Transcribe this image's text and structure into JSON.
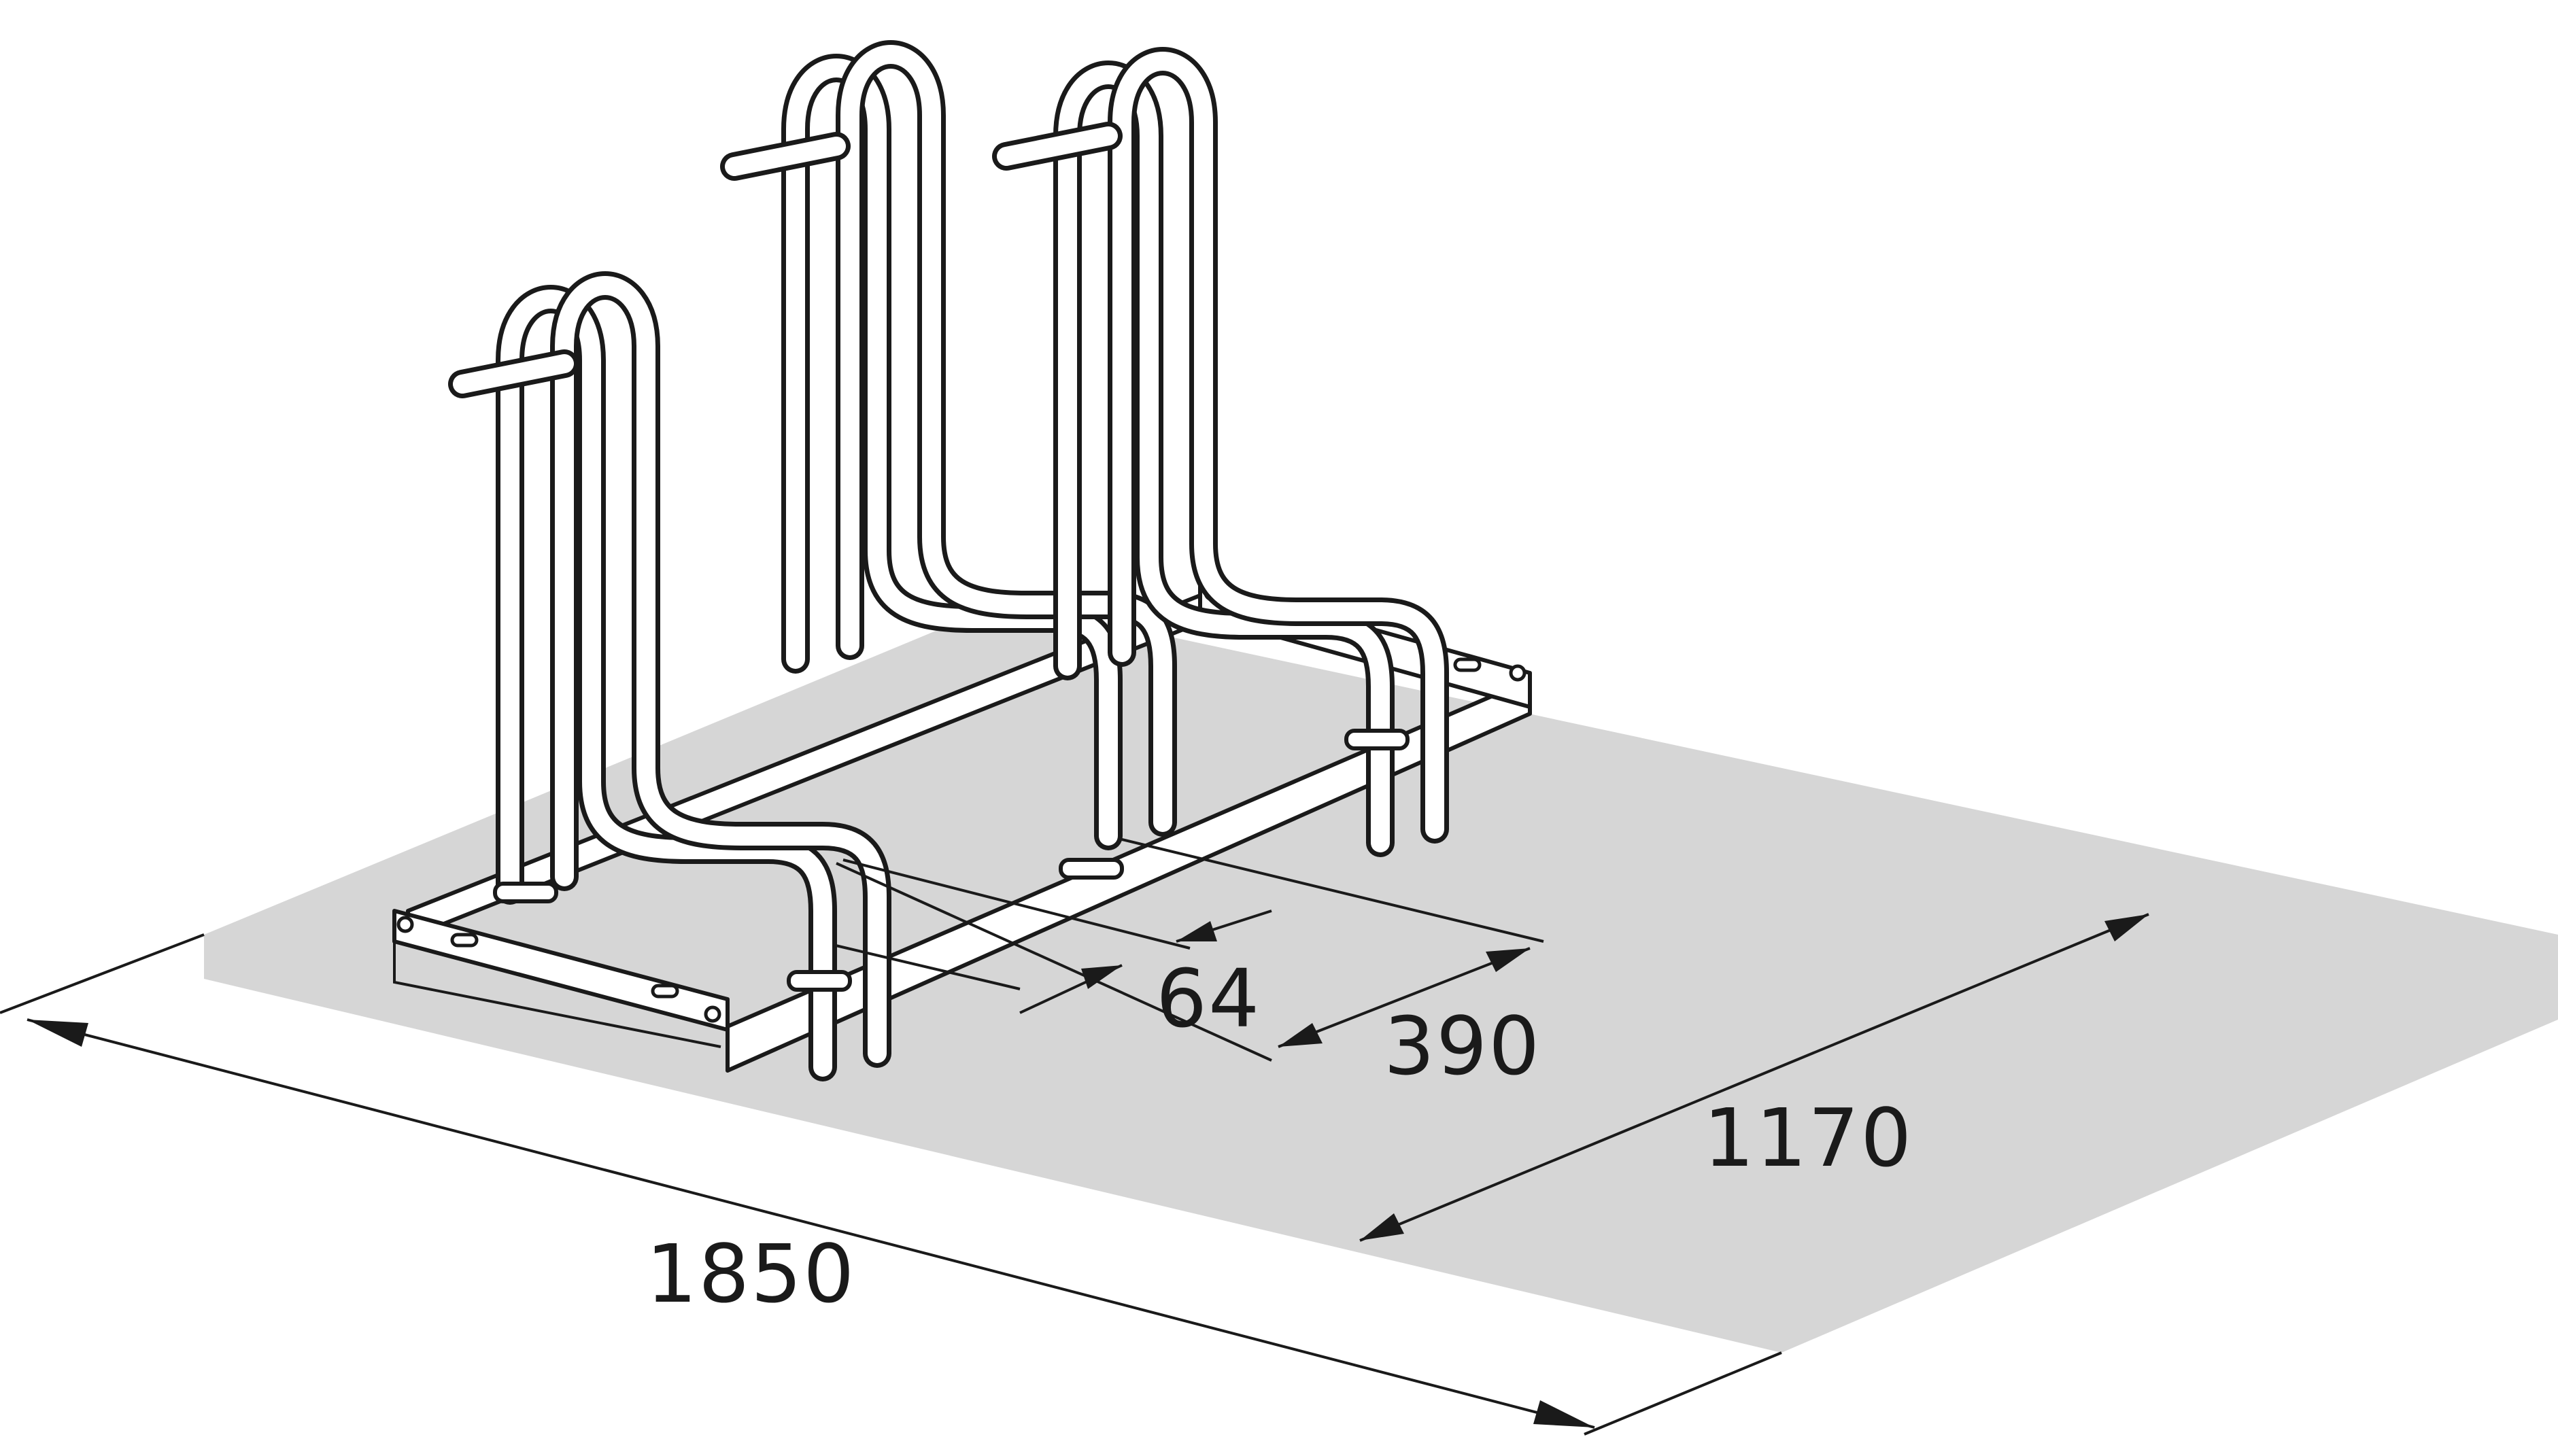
{
  "diagram": {
    "colors": {
      "floor": "#d6d6d6",
      "line": "#1a1a1a",
      "background": "#ffffff"
    },
    "dimensions": {
      "length": "1850",
      "depth": "1170",
      "spacing": "390",
      "tube_diameter": "64"
    }
  }
}
